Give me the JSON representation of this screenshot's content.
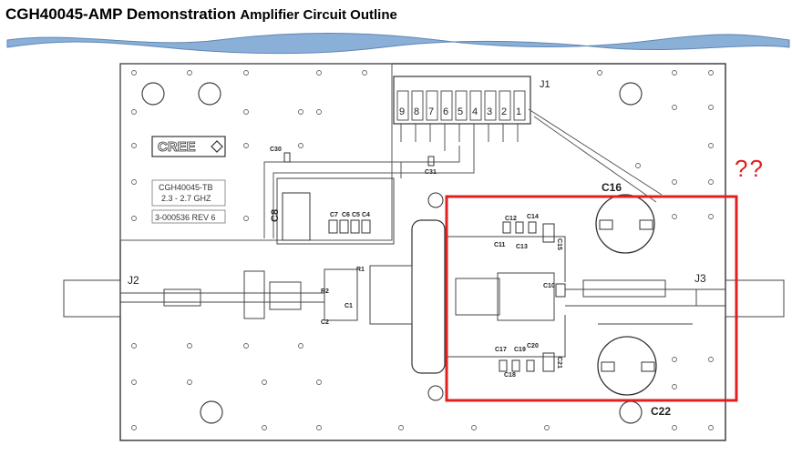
{
  "title": {
    "main": "CGH40045-AMP Demonstration",
    "sub": "Amplifier Circuit Outline"
  },
  "annotation": {
    "text": "??",
    "color": "#e02020"
  },
  "colors": {
    "accent_wave": "#8ab0d8",
    "highlight_box": "#e02020",
    "line": "#333333"
  },
  "board": {
    "logo": "CREE",
    "info_lines": [
      "CGH40045-TB",
      "2.3 - 2.7 GHZ"
    ],
    "rev": "3-000536 REV 6",
    "connector_pins": [
      "9",
      "8",
      "7",
      "6",
      "5",
      "4",
      "3",
      "2",
      "1"
    ]
  },
  "labels": {
    "J1": "J1",
    "J2": "J2",
    "J3": "J3",
    "C16": "C16",
    "C22": "C22",
    "C8": "C8",
    "C30": "C30",
    "C31": "C31",
    "C7": "C7",
    "C6": "C6",
    "C5": "C5",
    "C4": "C4",
    "R1": "R1",
    "R2": "R2",
    "C1": "C1",
    "C2": "C2",
    "C12": "C12",
    "C14": "C14",
    "C11": "C11",
    "C13": "C13",
    "C15": "C15",
    "C10": "C10",
    "C17": "C17",
    "C19": "C19",
    "C20": "C20",
    "C18": "C18",
    "C21": "C21"
  }
}
